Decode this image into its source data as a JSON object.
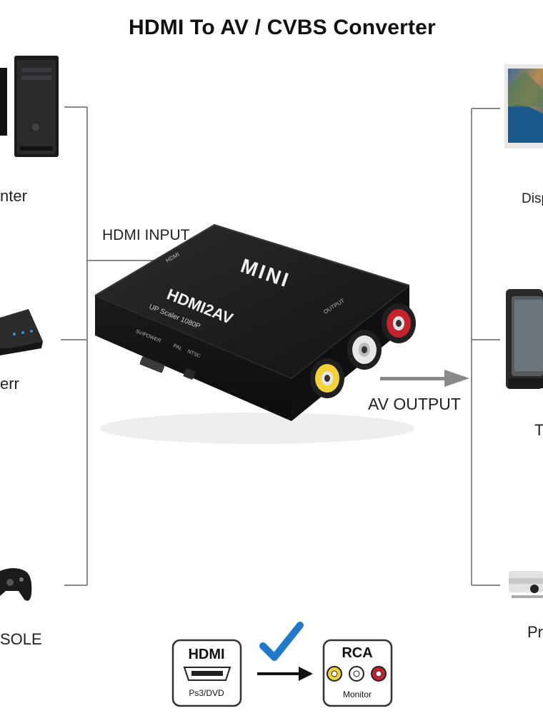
{
  "title": "HDMI To AV / CVBS Converter",
  "left_devices": [
    {
      "label": "nter",
      "icon": "pc-tower-icon"
    },
    {
      "label": "err",
      "icon": "set-top-box-icon"
    },
    {
      "label": "SOLE",
      "icon": "gamepad-icon"
    }
  ],
  "right_devices": [
    {
      "label": "Disp",
      "icon": "display-monitor-icon"
    },
    {
      "label": "T",
      "icon": "crt-tv-icon"
    },
    {
      "label": "Pr",
      "icon": "projector-icon"
    }
  ],
  "input_label": "HDMI INPUT",
  "output_label": "AV OUTPUT",
  "device": {
    "brand": "MINI",
    "model": "HDMI2AV",
    "subtitle": "UP Scaler 1080P",
    "port_labels": [
      "5V/POWER",
      "PAL",
      "NTSC"
    ],
    "output_port_label": "OUTPUT",
    "input_port_label": "HDMI"
  },
  "bottom_diagram": {
    "hdmi_title": "HDMI",
    "hdmi_sub": "Ps3/DVD",
    "rca_title": "RCA",
    "rca_sub": "Monitor"
  },
  "colors": {
    "accent_check": "#1f79c8",
    "rca_yellow": "#f2d23a",
    "rca_red": "#c4232b",
    "device_body": "#1e1e20"
  }
}
